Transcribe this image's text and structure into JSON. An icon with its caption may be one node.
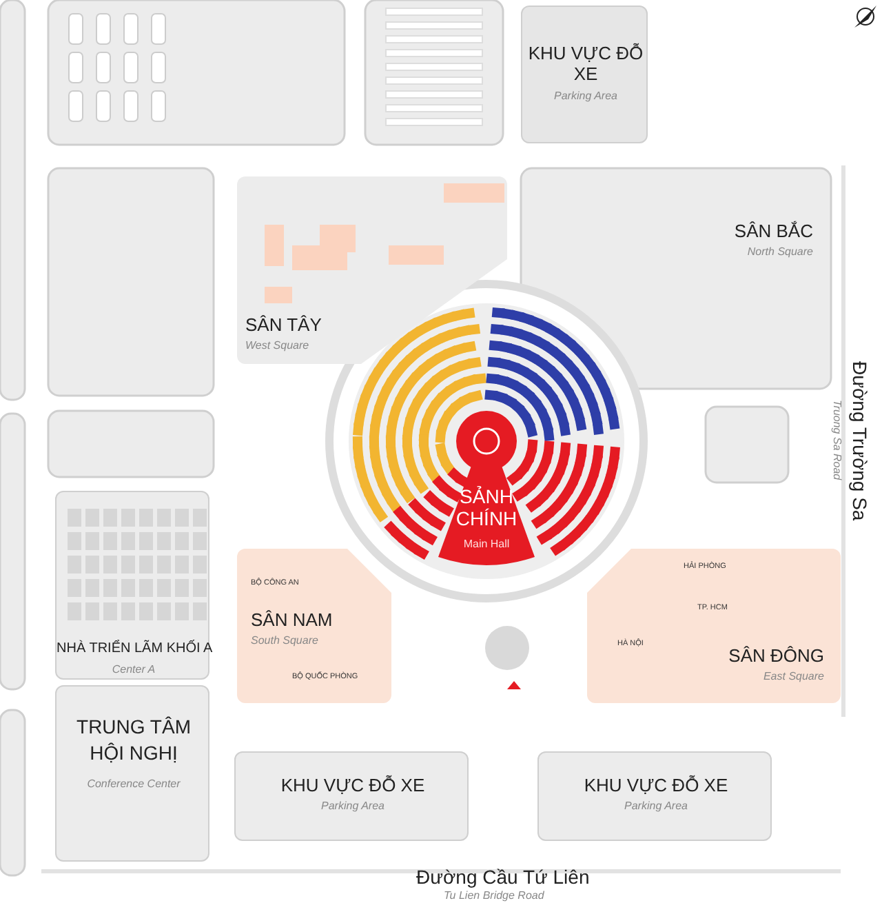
{
  "diagram": {
    "nodes": [
      {
        "text": [
          "KHU VỰC ĐỖ XE",
          "Parking Area"
        ]
      },
      {
        "text": [
          "SÂN BẮC",
          "North Square"
        ]
      },
      {
        "text": [
          "SÂN TÂY",
          "West Square"
        ]
      },
      {
        "text": [
          "SẢNH CHÍNH",
          "Main Hall"
        ]
      },
      {
        "text": [
          "SÂN NAM",
          "South Square"
        ]
      },
      {
        "text": [
          "BỘ CÔNG AN"
        ],
        "in": 4
      },
      {
        "text": [
          "BỘ QUỐC PHÒNG"
        ],
        "in": 4
      },
      {
        "text": [
          "NHÀ TRIỂN LÃM KHỐI A",
          "Center A"
        ]
      },
      {
        "text": [
          "TRUNG TÂM HỘI NGHỊ",
          "Conference Center"
        ]
      },
      {
        "text": [
          "SÂN ĐÔNG",
          "East Square"
        ]
      },
      {
        "text": [
          "HẢI PHÒNG"
        ],
        "in": 9
      },
      {
        "text": [
          "TP. HCM"
        ],
        "in": 9
      },
      {
        "text": [
          "HÀ NỘI"
        ],
        "in": 9
      },
      {
        "text": [
          "KHU VỰC ĐỖ XE",
          "Parking Area"
        ]
      },
      {
        "text": [
          "KHU VỰC ĐỖ XE",
          "Parking Area"
        ]
      }
    ],
    "edges": [],
    "labels": [
      "Đường Trường Sa",
      "Truong Sa Road",
      "Đường Cầu Tứ Liên",
      "Tu Lien Bridge Road"
    ]
  }
}
